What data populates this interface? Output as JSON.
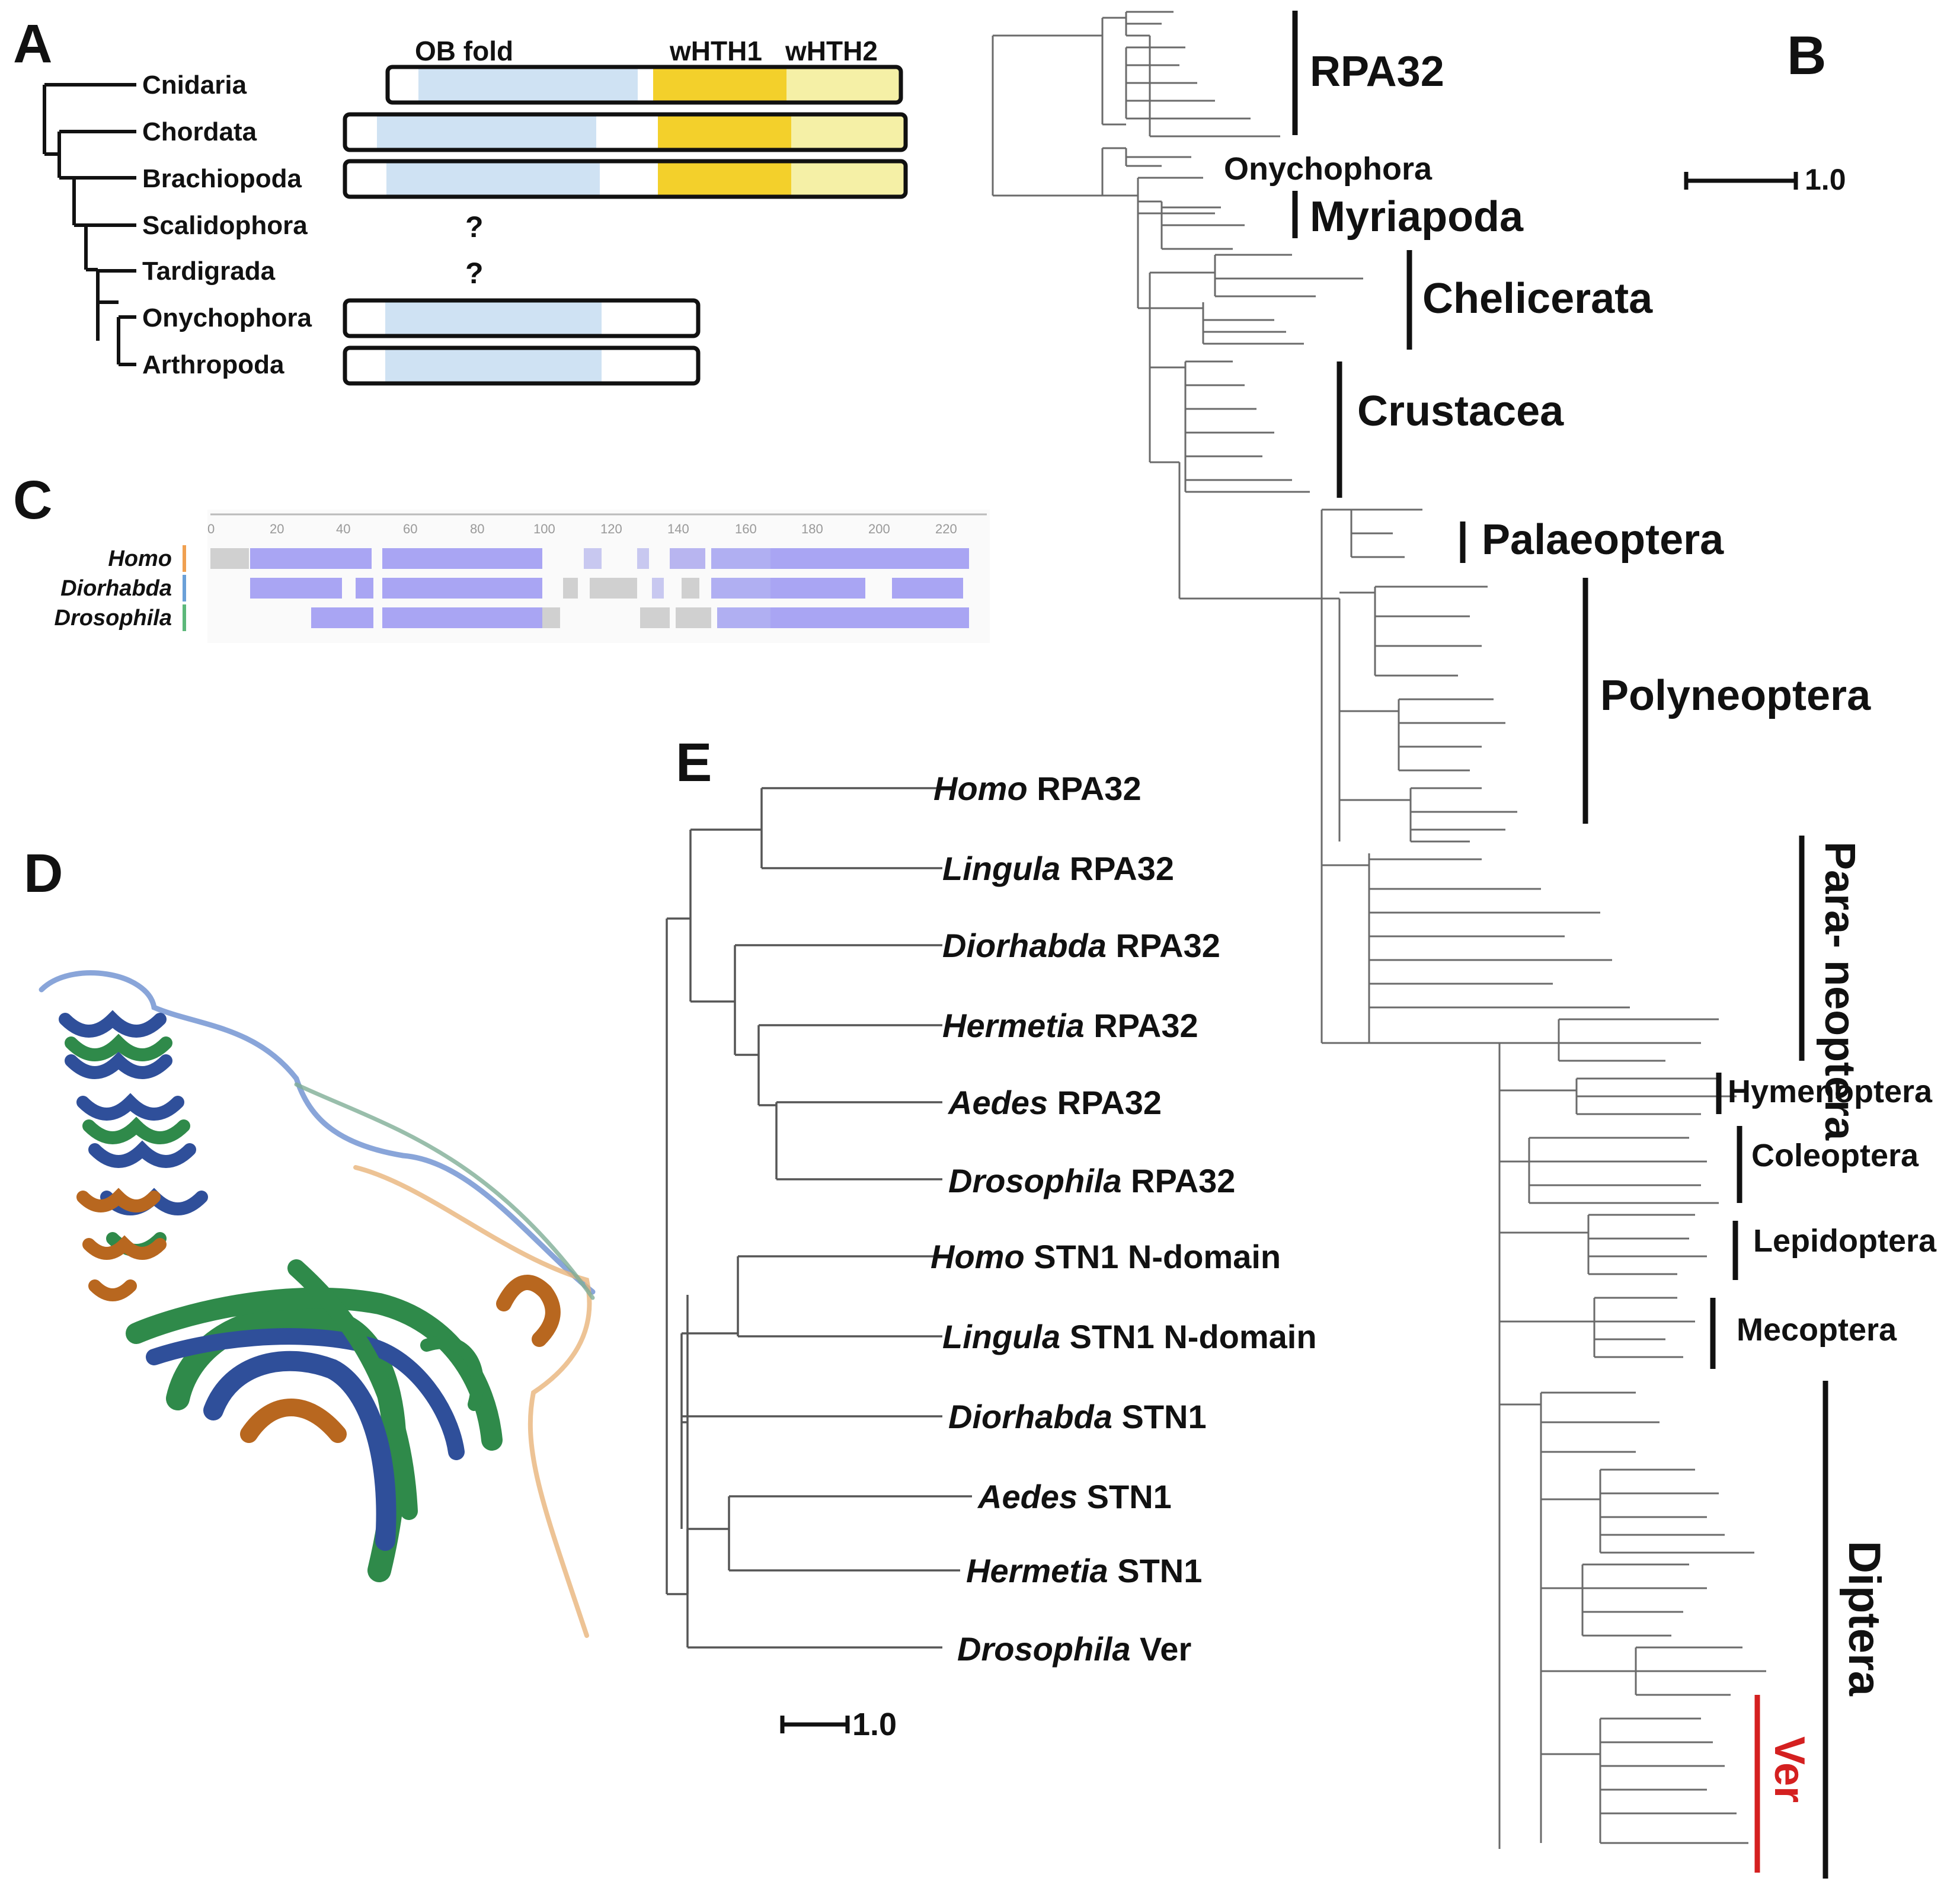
{
  "panels": {
    "a": "A",
    "b": "B",
    "c": "C",
    "d": "D",
    "e": "E"
  },
  "panel_a": {
    "domain_labels": {
      "ob": "OB fold",
      "whth1": "wHTH1",
      "whth2": "wHTH2"
    },
    "taxa": [
      "Cnidaria",
      "Chordata",
      "Brachiopoda",
      "Scalidophora",
      "Tardigrada",
      "Onychophora",
      "Arthropoda"
    ],
    "unknown_mark": "?",
    "colors": {
      "ob": "#cfe2f3",
      "whth1": "#f3d02b",
      "whth2": "#f5f0a6"
    }
  },
  "panel_b": {
    "scale": "1.0",
    "clades": {
      "rpa32": "RPA32",
      "onychophora": "Onychophora",
      "myriapoda": "Myriapoda",
      "chelicerata": "Chelicerata",
      "crustacea": "Crustacea",
      "palaeoptera": "Palaeoptera",
      "polyneoptera": "Polyneoptera",
      "paraneoptera": "Para- neoptera",
      "hymenoptera": "Hymenoptera",
      "coleoptera": "Coleoptera",
      "lepidoptera": "Lepidoptera",
      "mecoptera": "Mecoptera",
      "diptera": "Diptera",
      "ver": "Ver"
    },
    "ver_color": "#d42020"
  },
  "panel_c": {
    "ticks": [
      "0",
      "20",
      "40",
      "60",
      "80",
      "100",
      "120",
      "140",
      "160",
      "180",
      "200",
      "220"
    ],
    "species": [
      "Homo",
      "Diorhabda",
      "Drosophila"
    ],
    "colors": {
      "aligned": "#a9a5f3",
      "gap": "#d0d0d0"
    }
  },
  "panel_e": {
    "scale": "1.0",
    "leaves": [
      {
        "genus": "Homo",
        "protein": "RPA32"
      },
      {
        "genus": "Lingula",
        "protein": "RPA32"
      },
      {
        "genus": "Diorhabda",
        "protein": "RPA32"
      },
      {
        "genus": "Hermetia",
        "protein": "RPA32"
      },
      {
        "genus": "Aedes",
        "protein": "RPA32"
      },
      {
        "genus": "Drosophila",
        "protein": "RPA32"
      },
      {
        "genus": "Homo",
        "protein": "STN1 N-domain"
      },
      {
        "genus": "Lingula",
        "protein": "STN1 N-domain"
      },
      {
        "genus": "Diorhabda",
        "protein": "STN1"
      },
      {
        "genus": "Aedes",
        "protein": "STN1"
      },
      {
        "genus": "Hermetia",
        "protein": "STN1"
      },
      {
        "genus": "Drosophila",
        "protein": "Ver"
      }
    ]
  }
}
